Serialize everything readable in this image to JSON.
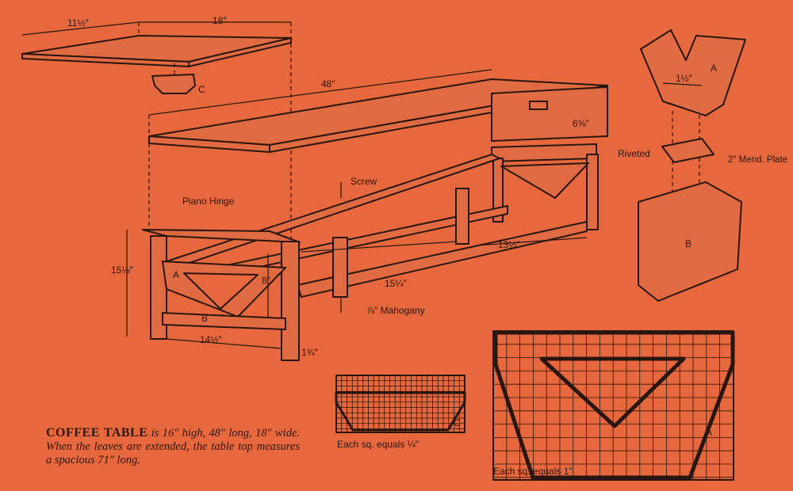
{
  "labels": {
    "leaf_width": "11½″",
    "leaf_length": "18″",
    "leaf_block": "C",
    "top_length": "48″",
    "apron_height": "6⅝″",
    "screw": "Screw",
    "piano_hinge": "Piano Hinge",
    "height": "15⅛″",
    "part_a": "A",
    "brace_height": "8″",
    "part_b": "B",
    "end_width": "14½″",
    "leg_thickness": "1¾″",
    "rail_span": "15¼″",
    "material": "⅞″ Mahogany",
    "rail_span_right": "13½″",
    "detail_width": "1½″",
    "detail_a": "A",
    "riveted": "Riveted",
    "mend_plate": "2″ Mend. Plate",
    "detail_b": "B",
    "pattern_c": "C",
    "scale_small": "Each sq. equals ¼″",
    "pattern_a": "A",
    "scale_large": "Each sq. equals 1″"
  },
  "caption": {
    "title": "COFFEE TABLE",
    "text": " is 16″ high, 48″ long, 18″ wide. When the leaves are extended, the table top measures a spacious 71″ long."
  }
}
